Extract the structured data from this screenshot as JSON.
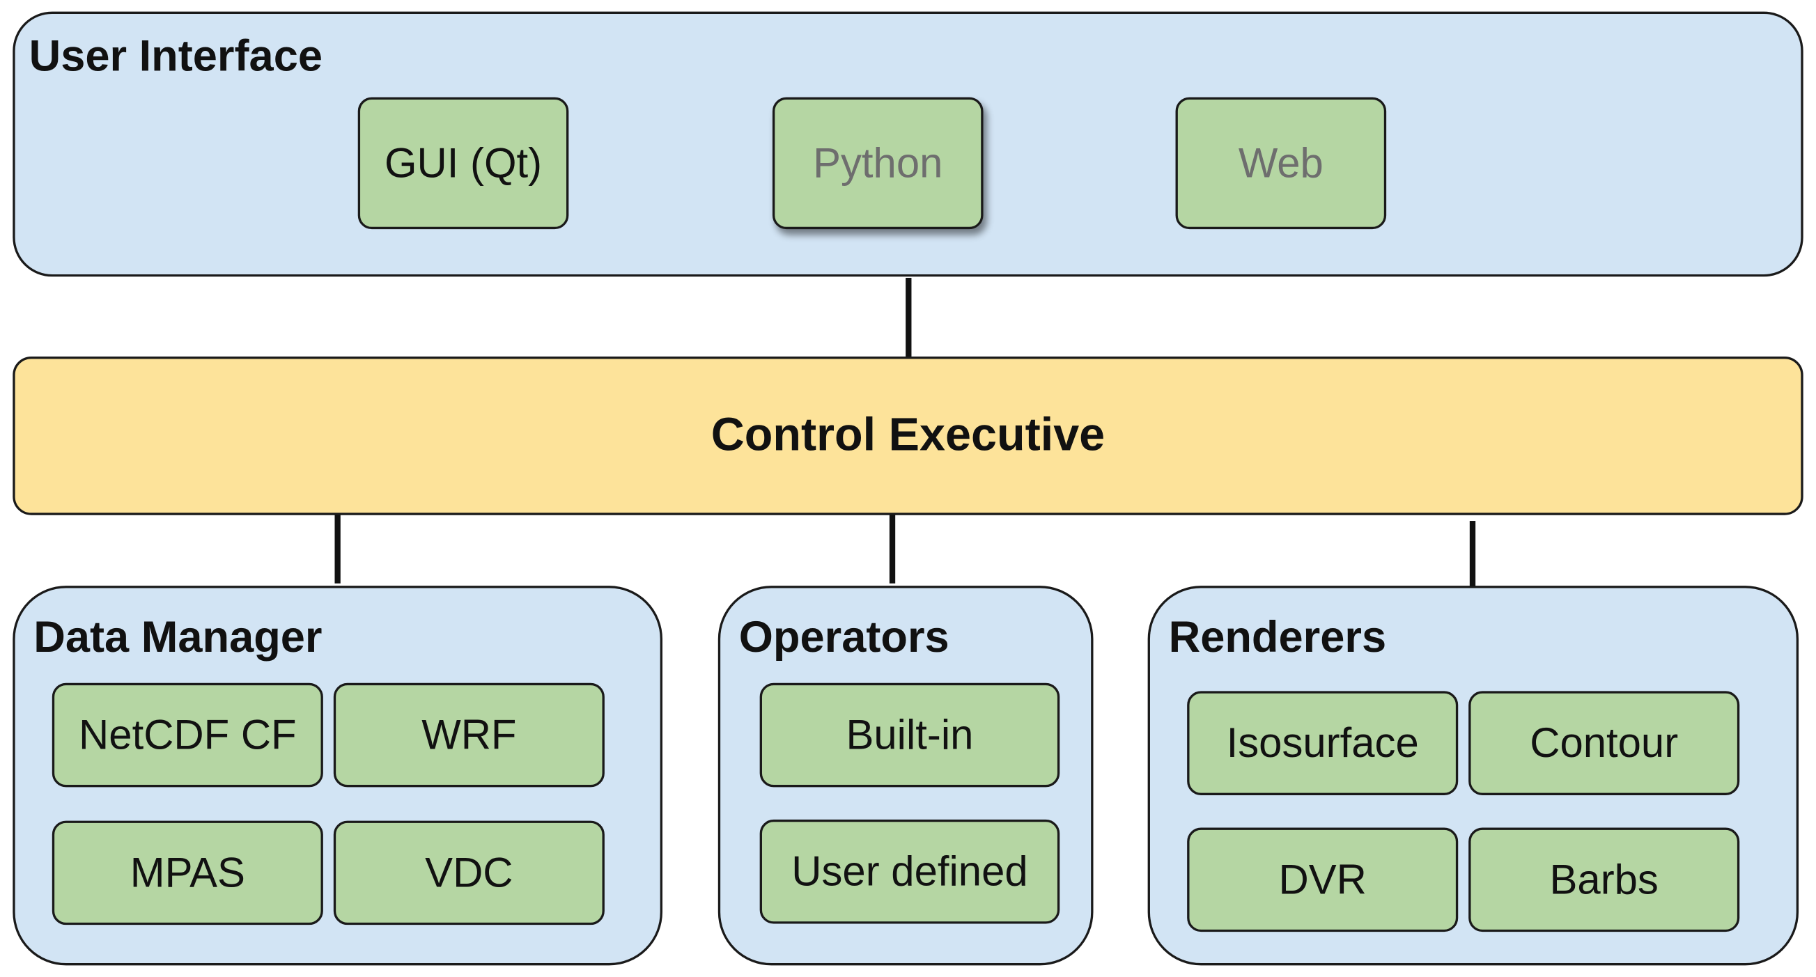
{
  "user_interface": {
    "title": "User Interface",
    "items": [
      "GUI (Qt)",
      "Python",
      "Web"
    ]
  },
  "control_executive": {
    "label": "Control Executive"
  },
  "data_manager": {
    "title": "Data Manager",
    "items": [
      "NetCDF CF",
      "WRF",
      "MPAS",
      "VDC"
    ]
  },
  "operators": {
    "title": "Operators",
    "items": [
      "Built-in",
      "User defined"
    ]
  },
  "renderers": {
    "title": "Renderers",
    "items": [
      "Isosurface",
      "Contour",
      "DVR",
      "Barbs"
    ]
  },
  "colors": {
    "panel_fill": "#d2e4f4",
    "module_fill": "#b5d6a3",
    "executive_fill": "#fde39a",
    "dimmed_text": "#6e6e6e"
  }
}
